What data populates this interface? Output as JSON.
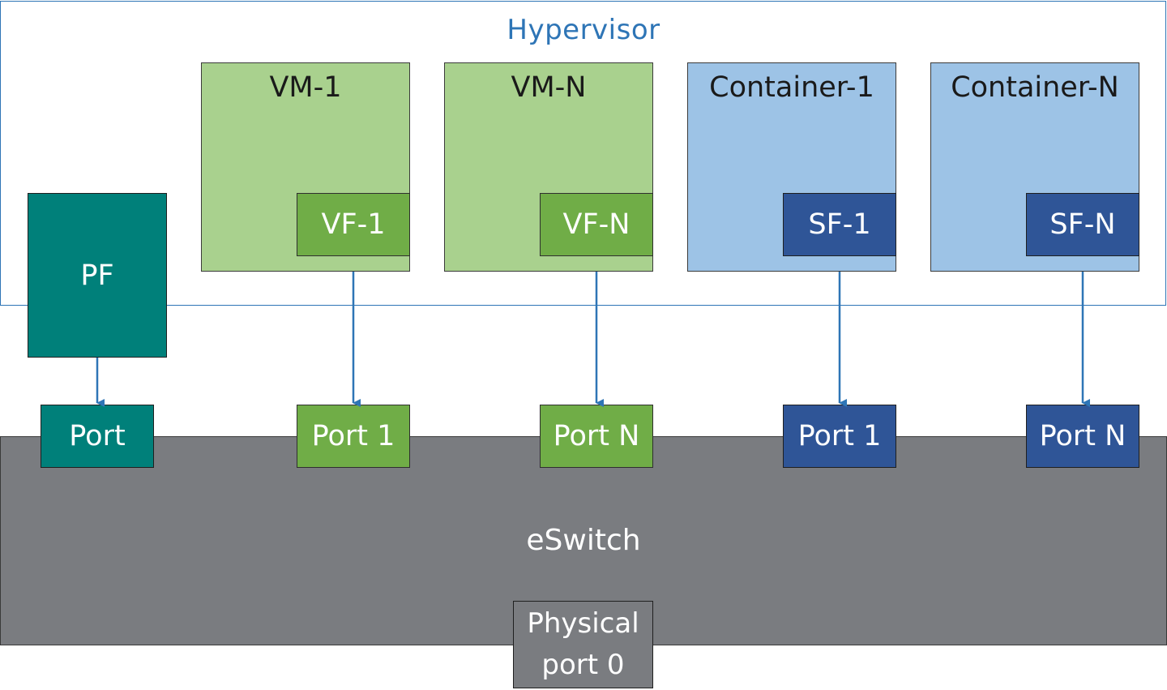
{
  "hypervisor": {
    "label": "Hypervisor"
  },
  "vms": [
    {
      "title": "VM-1",
      "function": "VF-1"
    },
    {
      "title": "VM-N",
      "function": "VF-N"
    }
  ],
  "containers": [
    {
      "title": "Container-1",
      "function": "SF-1"
    },
    {
      "title": "Container-N",
      "function": "SF-N"
    }
  ],
  "pf": {
    "label": "PF"
  },
  "eswitch": {
    "label": "eSwitch",
    "ports": [
      "Port",
      "Port 1",
      "Port N",
      "Port 1",
      "Port N"
    ],
    "physical_port": [
      "Physical",
      "port 0"
    ]
  },
  "colors": {
    "hypervisor_border": "#2e75b6",
    "vm_fill": "#a9d18e",
    "vf_fill": "#70ad47",
    "container_fill": "#9dc3e6",
    "sf_fill": "#2f5597",
    "pf_fill": "#00807a",
    "eswitch_fill": "#7a7c80",
    "arrow": "#2e75b6"
  }
}
